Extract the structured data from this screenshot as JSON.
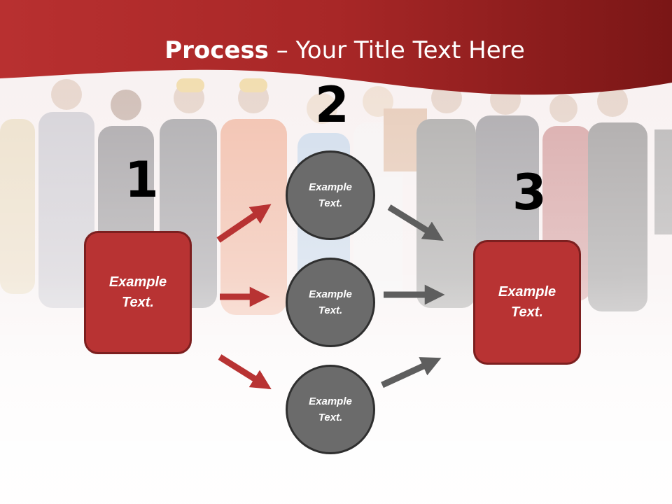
{
  "title": {
    "bold": "Process",
    "rest": " – Your Title Text Here"
  },
  "steps": [
    {
      "number": "1",
      "text": "Example\nText."
    },
    {
      "number": "2",
      "items": [
        "Example\nText.",
        "Example\nText.",
        "Example\nText."
      ]
    },
    {
      "number": "3",
      "text": "Example\nText."
    }
  ],
  "colors": {
    "banner": "#a82a2a",
    "box": "#b83333",
    "circle": "#6b6b6b",
    "arrow_red": "#b83333",
    "arrow_gray": "#5e5e5e"
  }
}
